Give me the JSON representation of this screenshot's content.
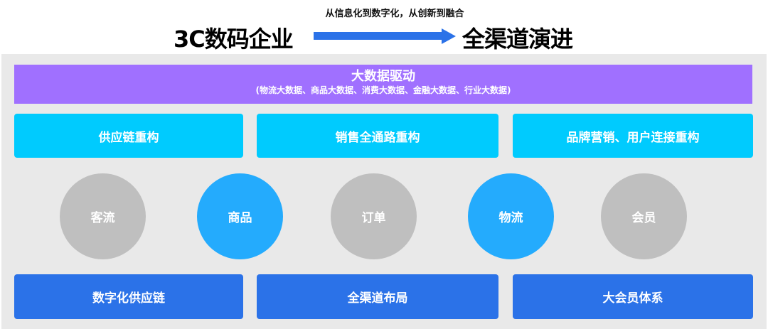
{
  "header": {
    "subtitle": "从信息化到数字化，从创新到融合",
    "title_left": "3C数码企业",
    "title_right": "全渠道演进",
    "arrow_color": "#2b72e8"
  },
  "big_data": {
    "title": "大数据驱动",
    "subtitle": "(物流大数据、商品大数据、消费大数据、金融大数据、行业大数据)",
    "color": "#a070ff"
  },
  "restructure": [
    {
      "label": "供应链重构"
    },
    {
      "label": "销售全通路重构"
    },
    {
      "label": "品牌营销、用户连接重构"
    }
  ],
  "elements": [
    {
      "label": "客流",
      "color": "#bfbfbf"
    },
    {
      "label": "商品",
      "color": "#24abfd"
    },
    {
      "label": "订单",
      "color": "#bfbfbf"
    },
    {
      "label": "物流",
      "color": "#24abfd"
    },
    {
      "label": "会员",
      "color": "#bfbfbf"
    }
  ],
  "outcomes": [
    {
      "label": "数字化供应链"
    },
    {
      "label": "全渠道布局"
    },
    {
      "label": "大会员体系"
    }
  ]
}
